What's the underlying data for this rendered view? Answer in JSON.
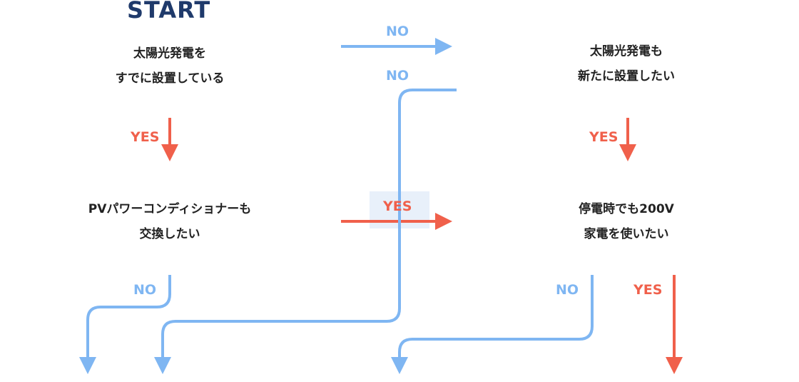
{
  "colors": {
    "yes": "#f0604b",
    "no": "#7fb6f2",
    "start": "#1f3a6b",
    "text": "#222222",
    "highlight": "#e8f0fa"
  },
  "start_label": "START",
  "questions": [
    {
      "line1": "太陽光発電を",
      "line2": "すでに設置している"
    },
    {
      "line1": "PVパワーコンディショナーも",
      "line2": "交換したい"
    },
    {
      "line1": "太陽光発電も",
      "line2": "新たに設置したい"
    },
    {
      "line1": "停電時でも200V",
      "line2": "家電を使いたい"
    }
  ],
  "labels": {
    "yes": "YES",
    "no": "NO"
  }
}
